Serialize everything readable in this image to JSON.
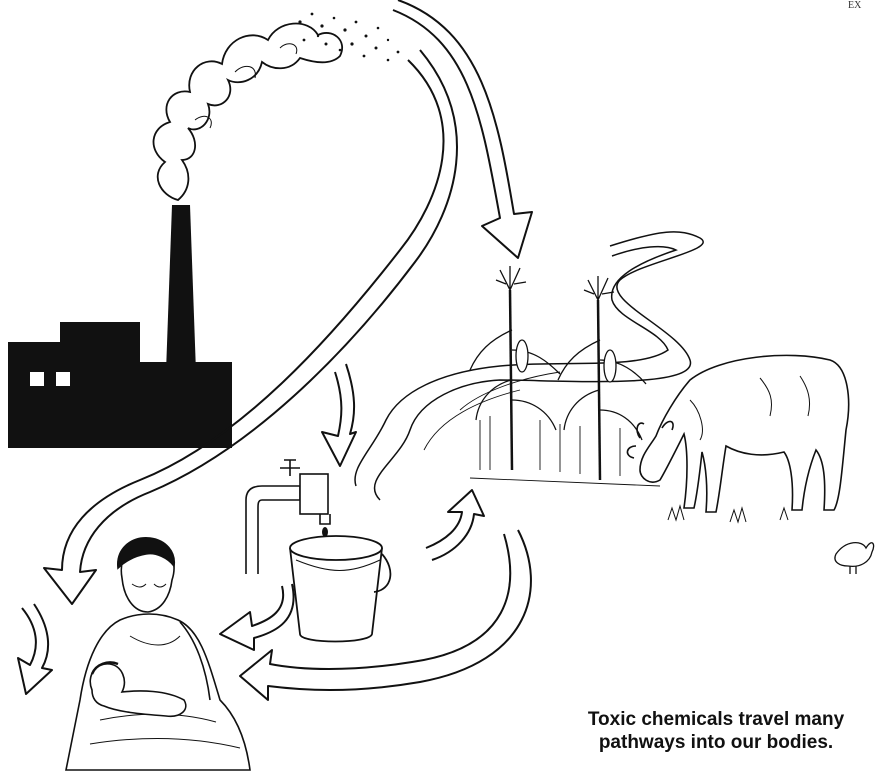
{
  "caption": {
    "line1": "Toxic chemicals travel many",
    "line2": "pathways into our bodies."
  },
  "corner_mark": "EX",
  "colors": {
    "ink": "#111111",
    "background": "#ffffff"
  }
}
